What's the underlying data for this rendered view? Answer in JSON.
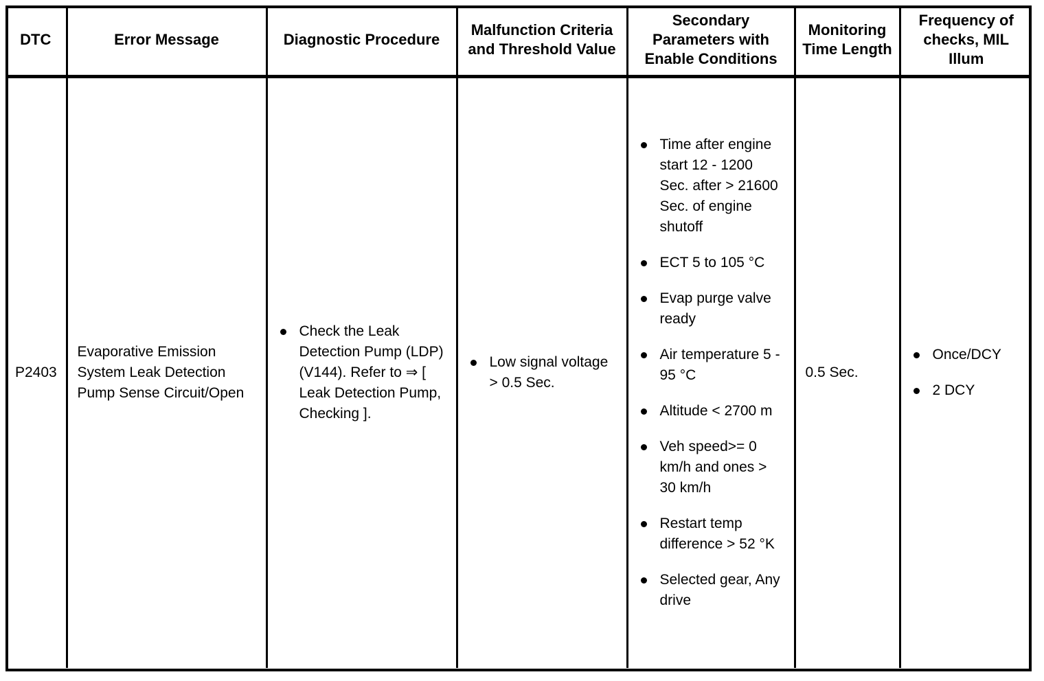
{
  "table": {
    "columns": [
      {
        "id": "dtc",
        "label": "DTC"
      },
      {
        "id": "error",
        "label": "Error Message"
      },
      {
        "id": "procedure",
        "label": "Diagnostic Procedure"
      },
      {
        "id": "criteria",
        "label": "Malfunction Criteria and Threshold Value"
      },
      {
        "id": "secondary",
        "label": "Secondary Parameters with Enable Conditions"
      },
      {
        "id": "monitoring",
        "label": "Monitoring Time Length"
      },
      {
        "id": "frequency",
        "label": "Frequency of checks, MIL Illum"
      }
    ],
    "rows": [
      {
        "dtc": "P2403",
        "error_message": "Evaporative Emission System Leak Detection Pump Sense Circuit/Open",
        "diagnostic_procedure": [
          "Check the Leak Detection Pump (LDP) (V144). Refer to ⇒ [ Leak Detection Pump, Checking ]."
        ],
        "malfunction_criteria": [
          "Low signal voltage > 0.5 Sec."
        ],
        "secondary_parameters": [
          "Time after engine start 12 - 1200 Sec. after > 21600 Sec. of engine shutoff",
          "ECT 5 to 105 °C",
          "Evap purge valve ready",
          "Air temperature 5 - 95 °C",
          "Altitude < 2700 m",
          "Veh speed>= 0 km/h and ones > 30 km/h",
          "Restart temp difference > 52 °K",
          "Selected gear, Any drive"
        ],
        "monitoring_time_length": "0.5 Sec.",
        "frequency_checks_mil": [
          "Once/DCY",
          "2 DCY"
        ]
      }
    ]
  },
  "style": {
    "border_color": "#000000",
    "background": "#ffffff",
    "text_color": "#000000"
  }
}
